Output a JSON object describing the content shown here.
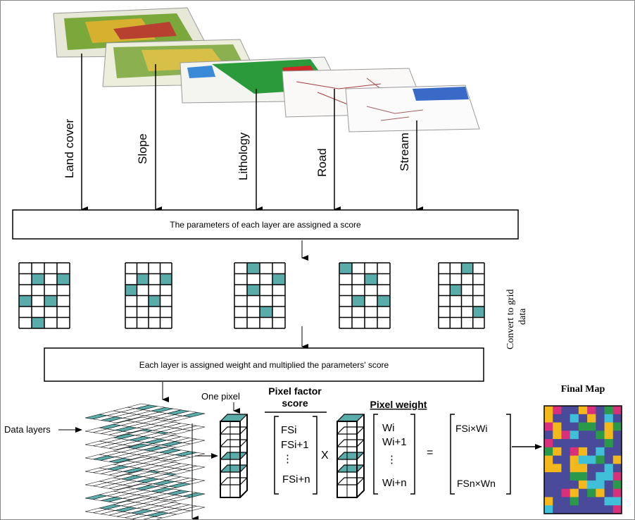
{
  "layers": [
    "Land cover",
    "Slope",
    "Lithology",
    "Road",
    "Stream"
  ],
  "box1": "The parameters of each layer are assigned a score",
  "box2": "Each layer is assigned weight and multiplied the parameters' score",
  "convert_label": [
    "Convert to grid",
    "data"
  ],
  "data_layers_label": "Data layers",
  "one_pixel_label": "One pixel",
  "pixel_factor_score": [
    "Pixel factor",
    "score"
  ],
  "pixel_weight": "Pixel weight",
  "fs_vector": [
    "FSi",
    "FSi+1",
    "FSi+n"
  ],
  "w_vector": [
    "Wi",
    "Wi+1",
    "Wi+n"
  ],
  "times": "X",
  "equals": "=",
  "result_vector": [
    "FSi×Wi",
    "FSn×Wn"
  ],
  "final_map_title": "Final Map",
  "colors": {
    "teal": "#5aacaa",
    "map_purple": "#4a4a9a",
    "map_yellow": "#f2b81c",
    "map_pink": "#d8307a",
    "map_cyan": "#3fc0d8",
    "map_green": "#2a9a4a"
  },
  "grids": [
    [
      [
        1,
        1
      ],
      [
        1,
        3
      ],
      [
        3,
        0
      ],
      [
        3,
        2
      ],
      [
        5,
        1
      ]
    ],
    [
      [
        1,
        1
      ],
      [
        1,
        3
      ],
      [
        2,
        0
      ],
      [
        3,
        2
      ]
    ],
    [
      [
        0,
        1
      ],
      [
        1,
        3
      ],
      [
        2,
        1
      ],
      [
        4,
        2
      ]
    ],
    [
      [
        0,
        0
      ],
      [
        1,
        2
      ],
      [
        3,
        1
      ],
      [
        3,
        3
      ]
    ],
    [
      [
        0,
        2
      ],
      [
        2,
        1
      ],
      [
        4,
        3
      ]
    ]
  ]
}
